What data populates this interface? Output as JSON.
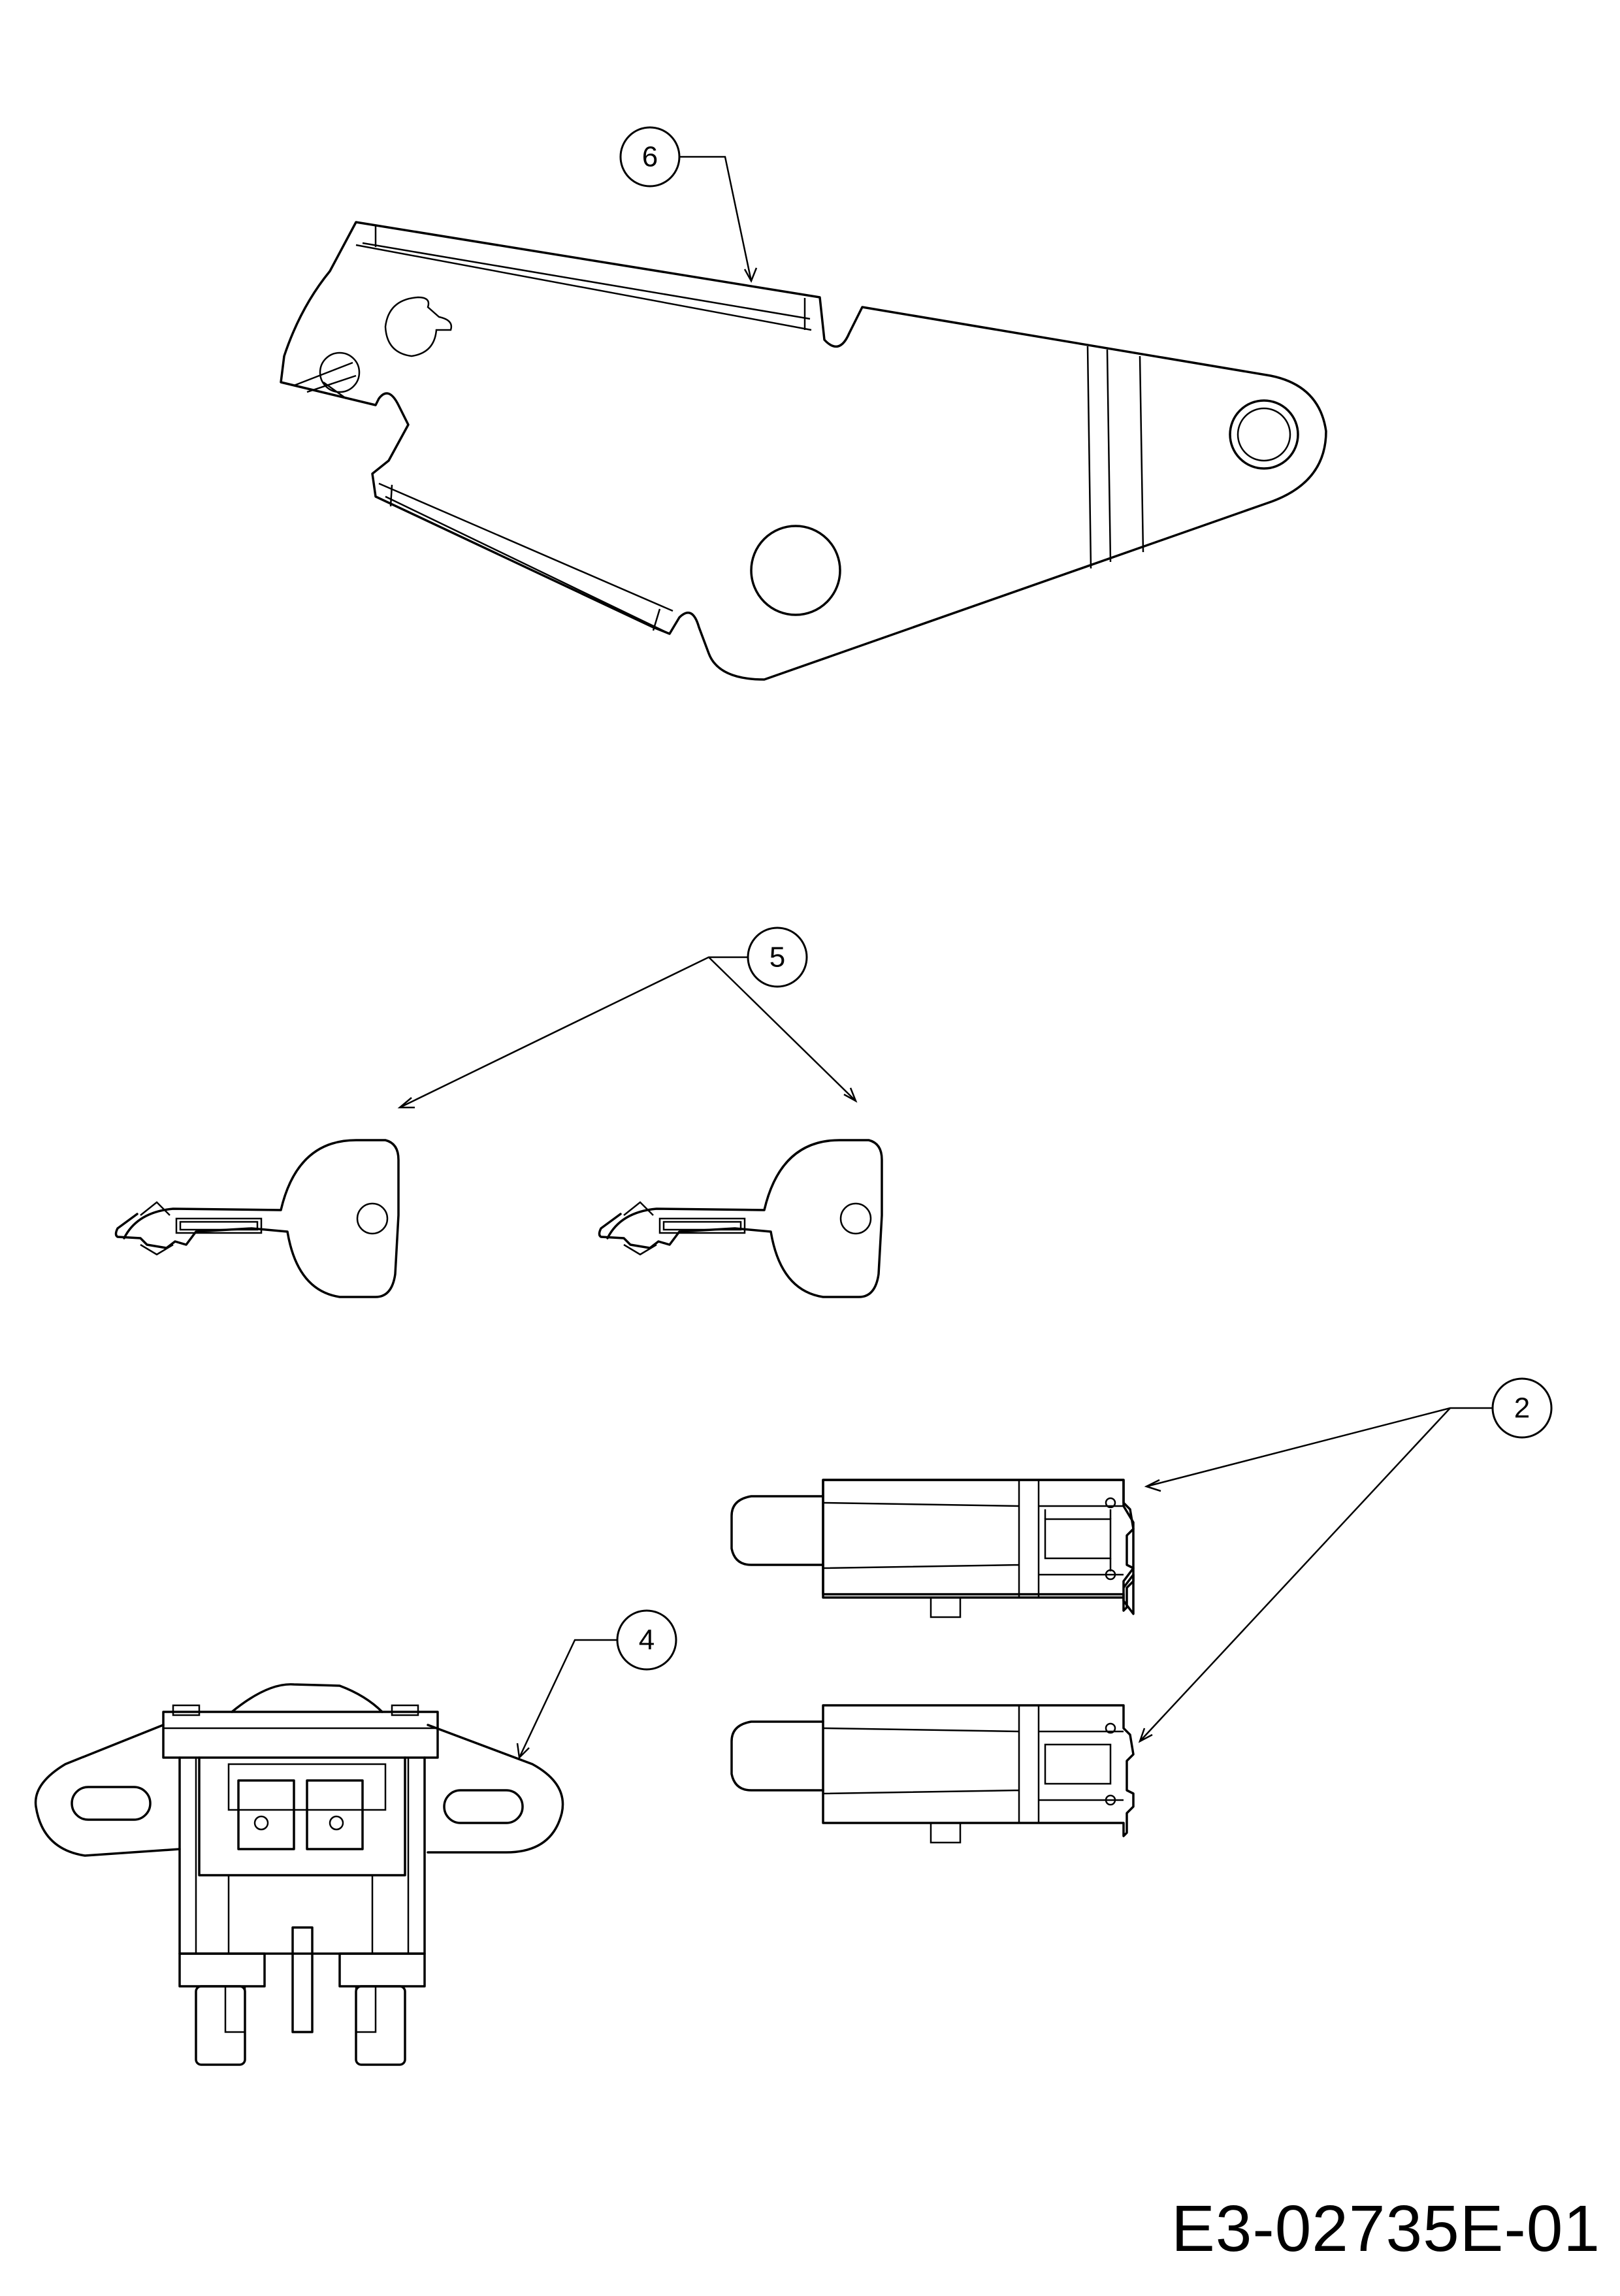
{
  "diagram": {
    "callouts": [
      {
        "id": "callout-6",
        "label": "6"
      },
      {
        "id": "callout-5",
        "label": "5"
      },
      {
        "id": "callout-2",
        "label": "2"
      },
      {
        "id": "callout-4",
        "label": "4"
      }
    ],
    "drawing_code": "E3-02735E-01"
  }
}
